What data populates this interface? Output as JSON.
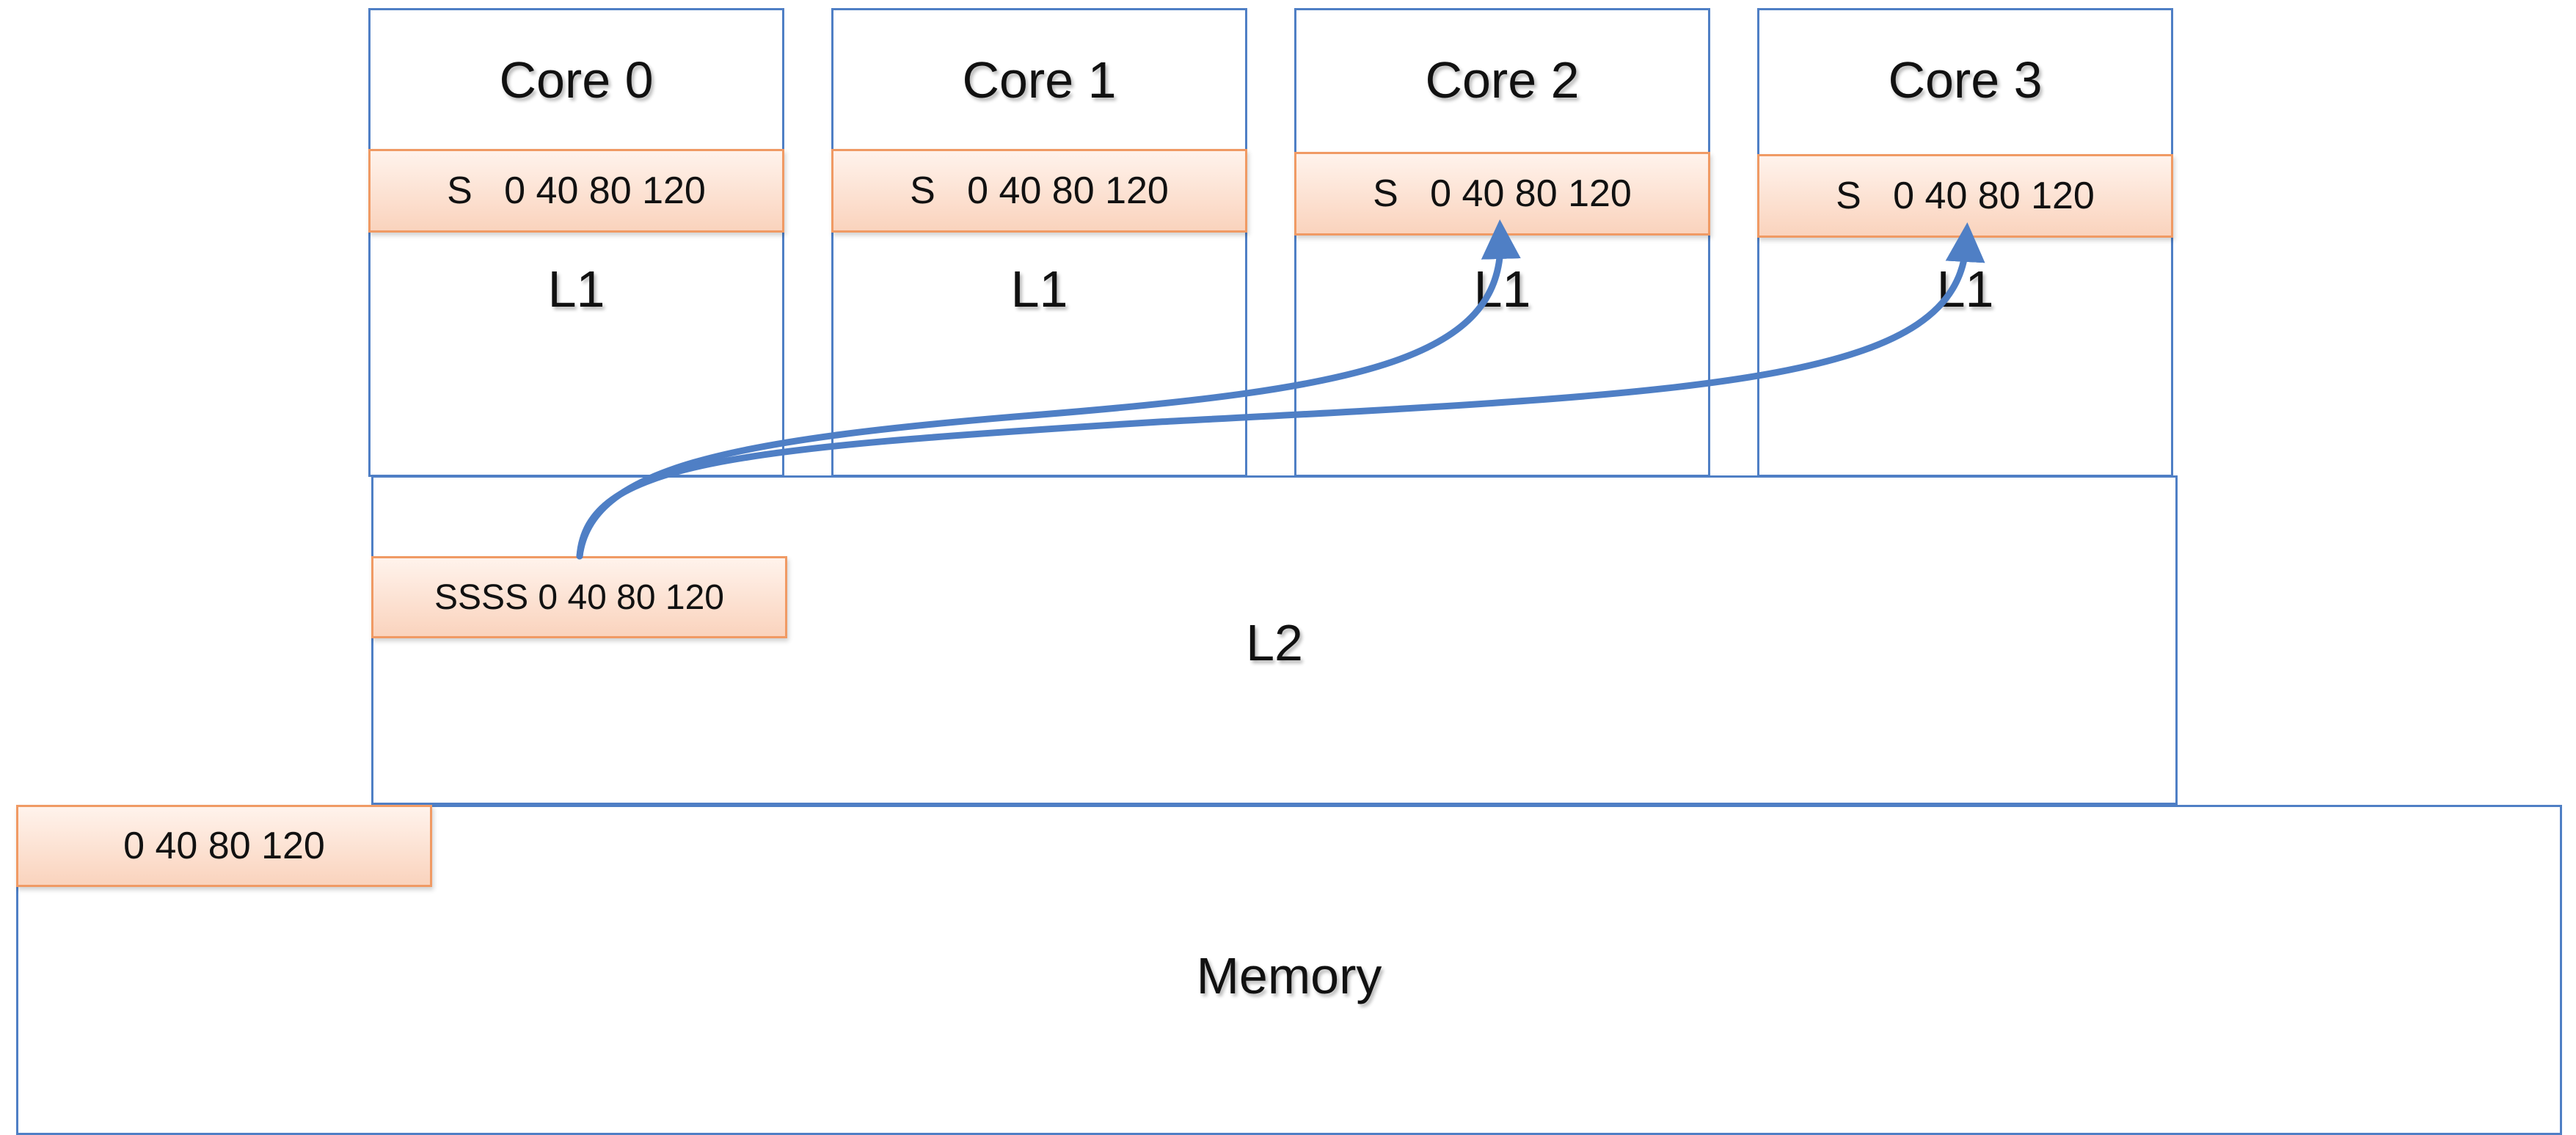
{
  "cores": [
    {
      "title": "Core 0",
      "line": "S   0 40 80 120",
      "l1": "L1"
    },
    {
      "title": "Core 1",
      "line": "S   0 40 80 120",
      "l1": "L1"
    },
    {
      "title": "Core 2",
      "line": "S   0 40 80 120",
      "l1": "L1"
    },
    {
      "title": "Core 3",
      "line": "S   0 40 80 120",
      "l1": "L1"
    }
  ],
  "l2": {
    "label": "L2",
    "line": "SSSS 0 40 80 120"
  },
  "memory": {
    "label": "Memory",
    "line": "0 40 80 120"
  },
  "colors": {
    "border": "#4f7fc5",
    "arrow": "#4f7fc5",
    "tag_border": "#f09a64",
    "tag_fill": "#fad3bd"
  }
}
